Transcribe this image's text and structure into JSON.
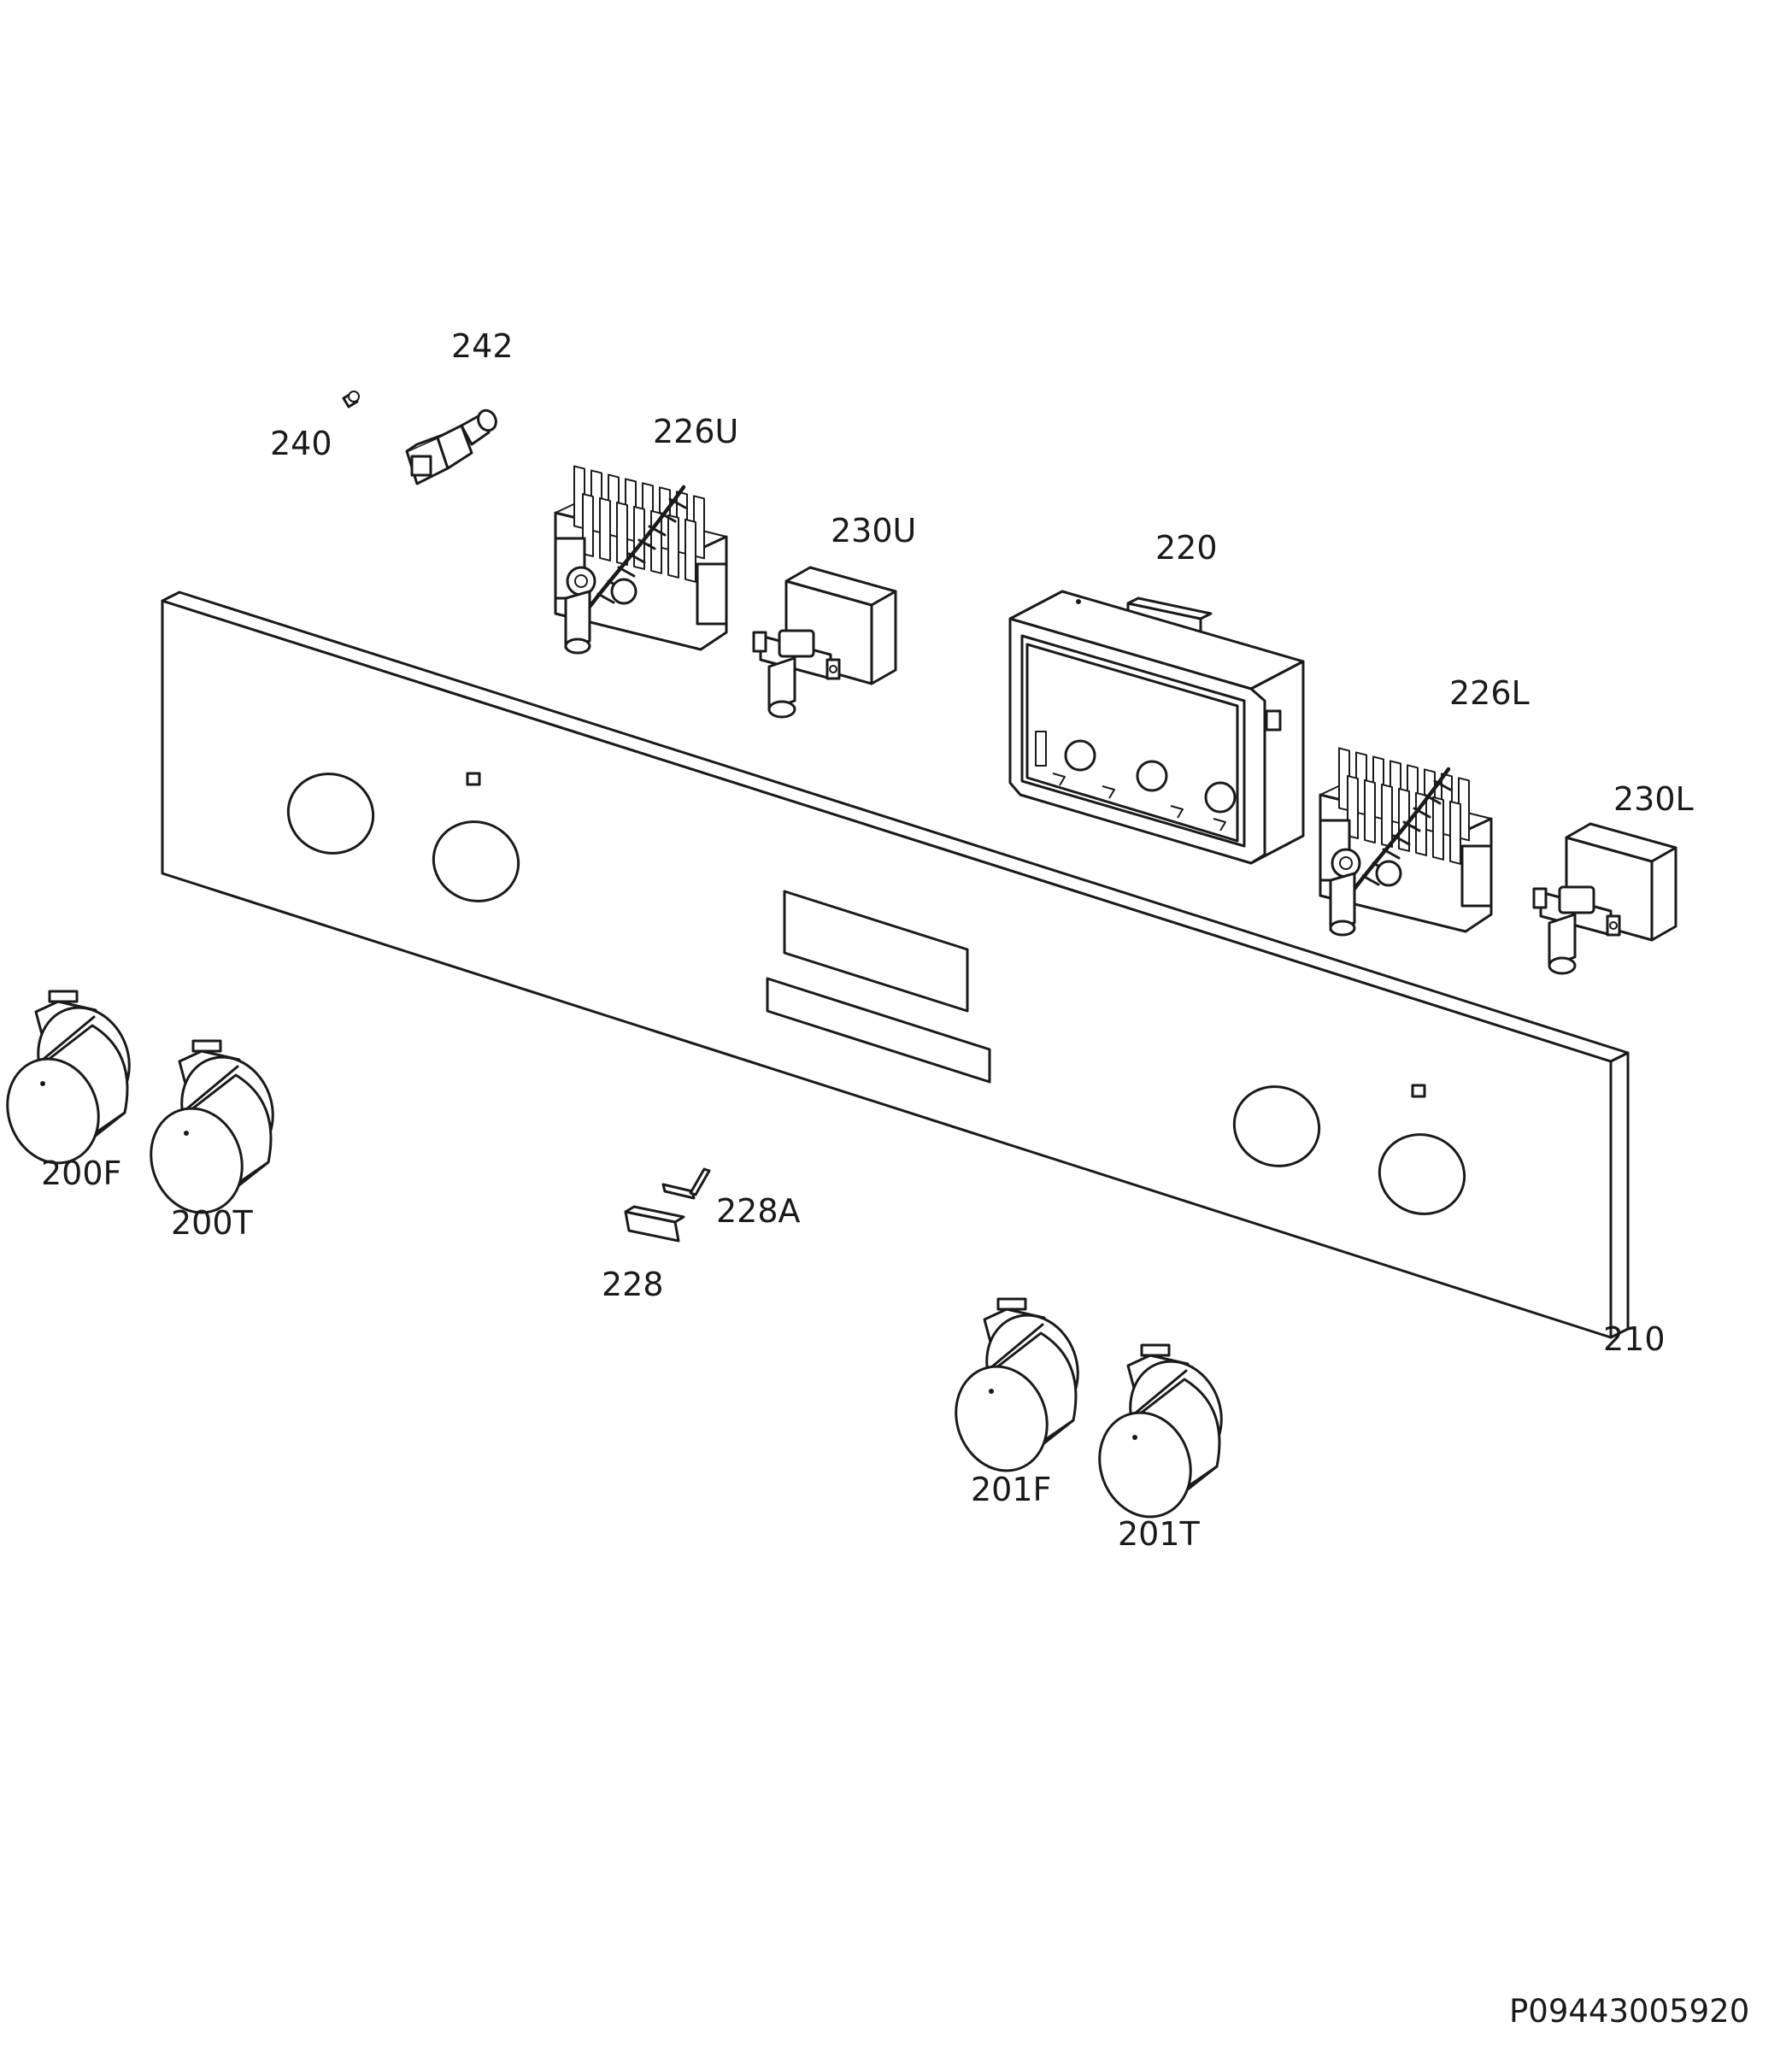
{
  "document_code": "P09443005920",
  "parts": [
    {
      "id": "p242",
      "label": "242",
      "kind": "lamp"
    },
    {
      "id": "p240",
      "label": "240",
      "kind": "lamp-cap"
    },
    {
      "id": "p226u",
      "label": "226U",
      "kind": "switch"
    },
    {
      "id": "p230u",
      "label": "230U",
      "kind": "thermostat"
    },
    {
      "id": "p220",
      "label": "220",
      "kind": "timer"
    },
    {
      "id": "p226l",
      "label": "226L",
      "kind": "switch"
    },
    {
      "id": "p230l",
      "label": "230L",
      "kind": "thermostat"
    },
    {
      "id": "p210",
      "label": "210",
      "kind": "panel"
    },
    {
      "id": "p200f",
      "label": "200F",
      "kind": "knob"
    },
    {
      "id": "p200t",
      "label": "200T",
      "kind": "knob"
    },
    {
      "id": "p228a",
      "label": "228A",
      "kind": "clip"
    },
    {
      "id": "p228",
      "label": "228",
      "kind": "clip"
    },
    {
      "id": "p201f",
      "label": "201F",
      "kind": "knob"
    },
    {
      "id": "p201t",
      "label": "201T",
      "kind": "knob"
    }
  ],
  "colors": {
    "ink": "#1a1a1a",
    "background": "#ffffff"
  }
}
